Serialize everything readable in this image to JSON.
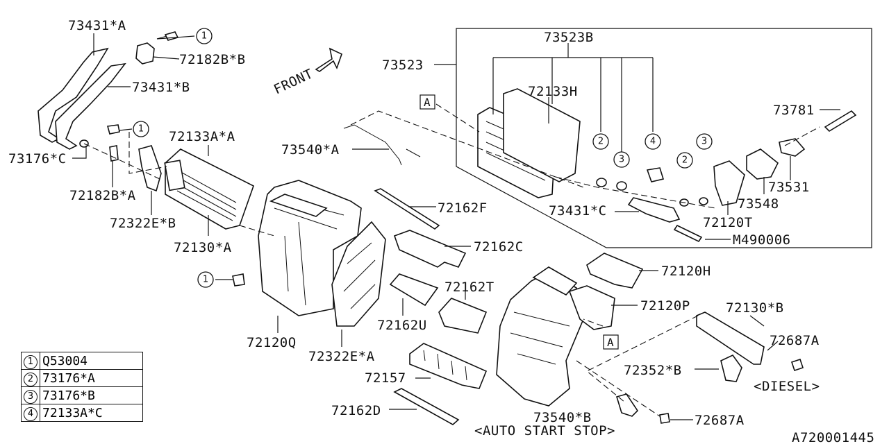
{
  "labels": {
    "p73431a": "73431*A",
    "p72182bb": "72182B*B",
    "p73431b": "73431*B",
    "p73176c": "73176*C",
    "p72182ba": "72182B*A",
    "p72322eb": "72322E*B",
    "p72133aa": "72133A*A",
    "p72130a": "72130*A",
    "p73540a": "73540*A",
    "p72162f": "72162F",
    "p72162c": "72162C",
    "p72162t": "72162T",
    "p72162u": "72162U",
    "p72120q": "72120Q",
    "p72322ea": "72322E*A",
    "p72157": "72157",
    "p72162d": "72162D",
    "p73523": "73523",
    "p73523b": "73523B",
    "p72133h": "72133H",
    "p73781": "73781",
    "p73531": "73531",
    "p73548": "73548",
    "p72120t": "72120T",
    "p73431c": "73431*C",
    "pm490006": "M490006",
    "p72120h": "72120H",
    "p72120p": "72120P",
    "p72130b": "72130*B",
    "p72687a_1": "72687A",
    "p72352b": "72352*B",
    "p73540b": "73540*B",
    "p72687a_2": "72687A",
    "front": "FRONT",
    "ref_a_1": "A",
    "ref_a_2": "A",
    "diesel": "<DIESEL>",
    "auto_start_stop": "<AUTO START STOP>",
    "diagram_id": "A720001445"
  },
  "callouts": {
    "c1a": "1",
    "c1b": "1",
    "c1c": "1",
    "c2a": "2",
    "c2b": "2",
    "c3a": "3",
    "c3b": "3",
    "c4a": "4"
  },
  "legend": [
    {
      "num": "1",
      "part": "Q53004"
    },
    {
      "num": "2",
      "part": "73176*A"
    },
    {
      "num": "3",
      "part": "73176*B"
    },
    {
      "num": "4",
      "part": "72133A*C"
    }
  ]
}
